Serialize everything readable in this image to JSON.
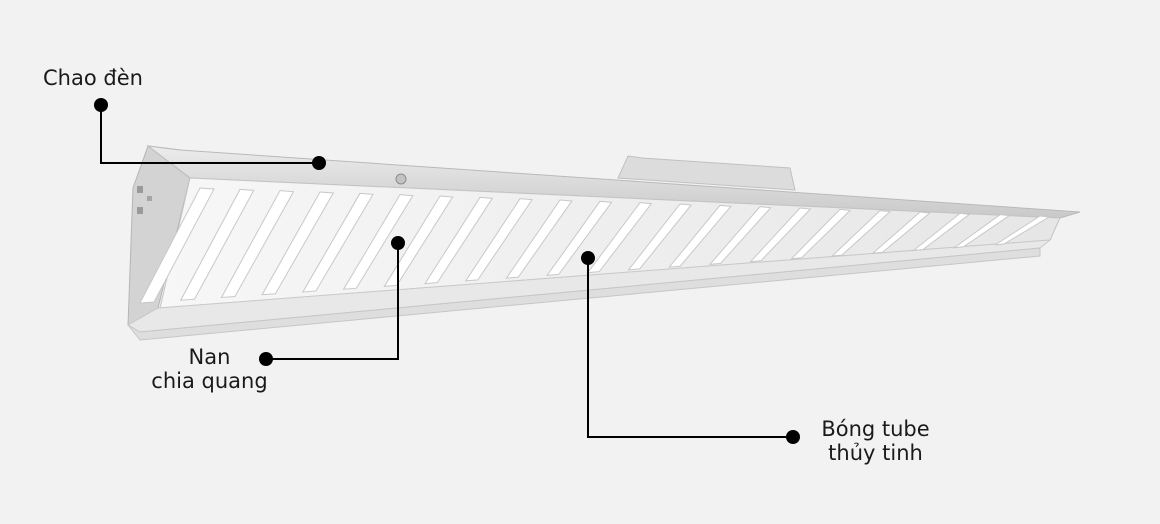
{
  "background_color": "#f2f2f2",
  "callouts": {
    "lamp_housing": {
      "text": "Chao đèn"
    },
    "louver": {
      "line1": "Nan",
      "line2": "chia quang"
    },
    "tube": {
      "line1": "Bóng tube",
      "line2": "thủy tinh"
    }
  }
}
